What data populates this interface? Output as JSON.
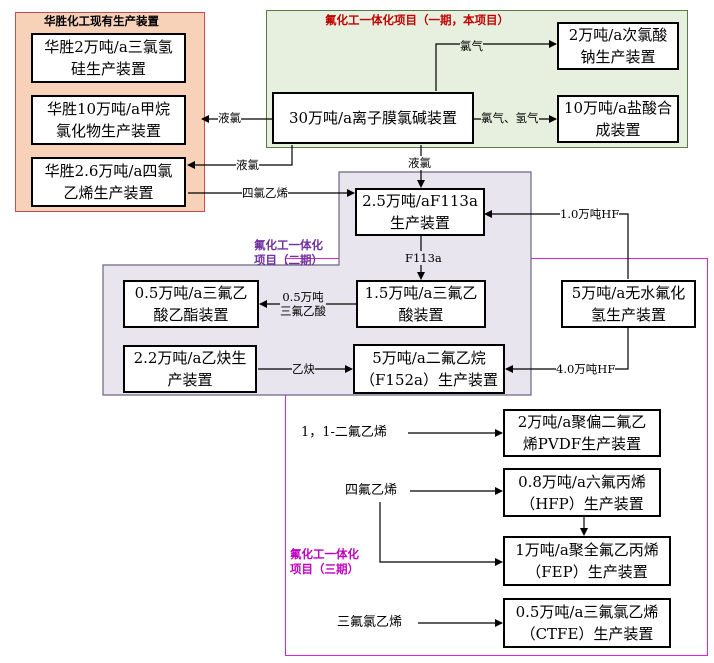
{
  "colors": {
    "huasheng_fill": "#f7d2b8",
    "huasheng_border": "#c0504d",
    "phase1_fill": "#e7f0df",
    "phase1_border": "#5a7a4a",
    "phase1_title": "#c00000",
    "phase2_fill": "#e8e5ee",
    "phase2_border": "#6c6680",
    "phase2_title": "#7030a0",
    "phase3_border": "#e020e0",
    "phase3_title": "#c000c0"
  },
  "regions": {
    "huasheng_title": "华胜化工现有生产装置",
    "phase1_title": "氟化工一体化项目（一期，本项目）",
    "phase2_title": "氟化工一体化\n项目（二期）",
    "phase3_title": "氟化工一体化\n项目（三期）"
  },
  "boxes": {
    "hs_trichlorosilane": "华胜2万吨/a三氯氢\n硅生产装置",
    "hs_methane_chloride": "华胜10万吨/a甲烷\n氯化物生产装置",
    "hs_tetrachloroethylene": "华胜2.6万吨/a四氯\n乙烯生产装置",
    "p1_chlor_alkali": "30万吨/a离子膜氯碱装置",
    "p1_hypochlorite": "2万吨/a次氯酸\n钠生产装置",
    "p1_hcl": "10万吨/a盐酸合\n成装置",
    "p2_f113a": "2.5万吨/aF113a\n生产装置",
    "p2_tfa": "1.5万吨/a三氟乙\n酸装置",
    "p2_tfa_ester": "0.5万吨/a三氟乙\n酸乙酯装置",
    "p2_acetylene": "2.2万吨/a乙炔生\n产装置",
    "p2_f152a": "5万吨/a二氟乙烷\n（F152a）生产装置",
    "p2_ahf": "5万吨/a无水氟化\n氢生产装置",
    "p3_pvdf": "2万吨/a聚偏二氟乙\n烯PVDF生产装置",
    "p3_hfp": "0.8万吨/a六氟丙烯\n（HFP）生产装置",
    "p3_fep": "1万吨/a聚全氟乙丙烯\n（FEP）生产装置",
    "p3_ctfe": "0.5万吨/a三氟氯乙烯\n（CTFE）生产装置"
  },
  "edge_labels": {
    "chlorine_gas": "氯气",
    "chlorine_hydrogen": "氯气、氢气",
    "liquid_chlorine_1": "液氯",
    "liquid_chlorine_2": "液氯",
    "liquid_chlorine_3": "液氯",
    "tetrachloroethylene": "四氯乙烯",
    "f113a": "F113a",
    "tfa": "0.5万吨\n三氟乙酸",
    "acetylene": "乙炔",
    "hf_top": "1.0万吨HF",
    "hf_bottom": "4.0万吨HF"
  },
  "inputs": {
    "vdf": "1，1-二氟乙烯",
    "tfe": "四氟乙烯",
    "ctfe": "三氟氯乙烯"
  }
}
